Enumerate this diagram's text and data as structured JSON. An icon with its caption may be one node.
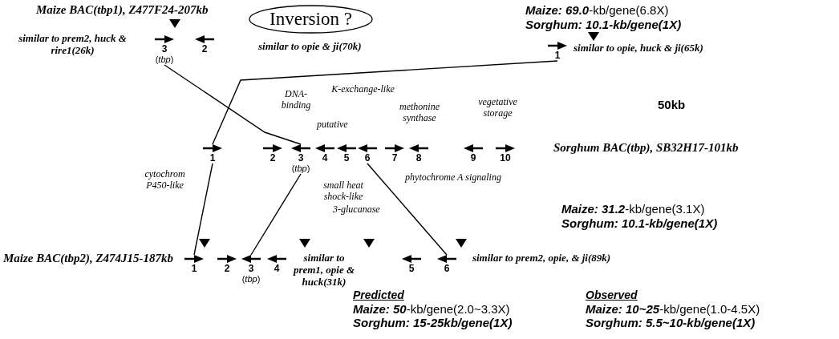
{
  "diagram": {
    "nodes": [
      {
        "text": [
          "Inversion ?"
        ]
      },
      {
        "text": [
          "3",
          "(*tbp*)"
        ]
      },
      {
        "text": [
          "2"
        ]
      },
      {
        "text": [
          "1"
        ]
      },
      {
        "text": [
          "1"
        ]
      },
      {
        "text": [
          "2"
        ]
      },
      {
        "text": [
          "3",
          "(*tbp*)"
        ]
      },
      {
        "text": [
          "4"
        ]
      },
      {
        "text": [
          "5"
        ]
      },
      {
        "text": [
          "6"
        ]
      },
      {
        "text": [
          "7"
        ]
      },
      {
        "text": [
          "8"
        ]
      },
      {
        "text": [
          "9"
        ]
      },
      {
        "text": [
          "10"
        ]
      },
      {
        "text": [
          "1"
        ]
      },
      {
        "text": [
          "2"
        ]
      },
      {
        "text": [
          "3",
          "(*tbp*)"
        ]
      },
      {
        "text": [
          "4"
        ]
      },
      {
        "text": [
          "5"
        ]
      },
      {
        "text": [
          "6"
        ]
      },
      {
        "text": [],
        "shape": "triangle"
      },
      {
        "text": [],
        "shape": "triangle"
      },
      {
        "text": [],
        "shape": "triangle"
      },
      {
        "text": [],
        "shape": "triangle"
      },
      {
        "text": [],
        "shape": "triangle"
      },
      {
        "text": [],
        "shape": "triangle"
      }
    ],
    "edges": [
      {
        "from": 1,
        "to": 6,
        "arrow": "none"
      },
      {
        "from": 3,
        "to": 4,
        "arrow": "none"
      },
      {
        "from": 4,
        "to": 14,
        "arrow": "none"
      },
      {
        "from": 6,
        "to": 16,
        "arrow": "none"
      },
      {
        "from": 9,
        "to": 19,
        "arrow": "none"
      }
    ],
    "labels": [
      "Maize BAC(tbp1), Z477F24-207kb",
      "**Maize: 69.0**-kb/gene(6.8X)",
      "Sorghum: 10.1-kb/gene(1X)",
      "similar to prem2, huck & rire1(26k)",
      "similar to opie & ji(70k)",
      "similar to opie, huck & ji(65k)",
      "DNA-binding",
      "K-exchange-like",
      "methonine synthase",
      "vegetative storage",
      "50kb",
      "putative",
      "Sorghum BAC(tbp), SB32H17-101kb",
      "cytochrom P450-like",
      "small heat shock-like",
      "phytochrome A signaling",
      "3-glucanase",
      "**Maize: 31.2**-kb/gene(3.1X)",
      "Sorghum: 10.1-kb/gene(1X)",
      "Maize BAC(tbp2), Z474J15-187kb",
      "similar to prem1, opie & huck(31k)",
      "similar to prem2, opie, & ji(89k)",
      "Predicted",
      "**Maize: 50**-kb/gene(2.0~3.3X)",
      "Sorghum: 15-25kb/gene(1X)",
      "Observed",
      "**Maize: 10~25**-kb/gene(1.0-4.5X)",
      "Sorghum: 5.5~10-kb/gene(1X)"
    ]
  }
}
